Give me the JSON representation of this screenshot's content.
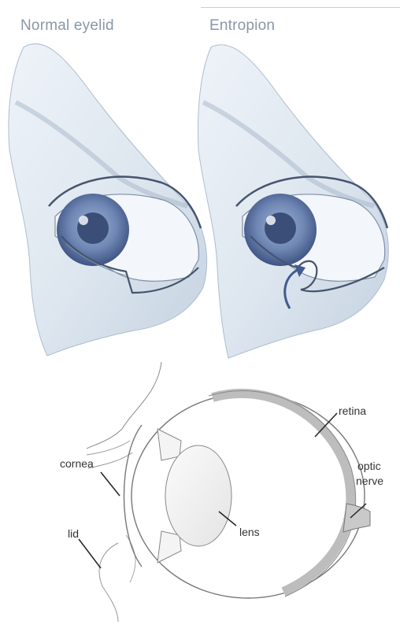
{
  "titles": {
    "normal": "Normal eyelid",
    "entropion": "Entropion"
  },
  "labels": {
    "retina": "retina",
    "optic_nerve_line1": "optic",
    "optic_nerve_line2": "nerve",
    "cornea": "cornea",
    "lid": "lid",
    "lens": "lens"
  },
  "colors": {
    "skin": "#dfe7ef",
    "skin_shadow": "#aebdd0",
    "iris": "#6e86b3",
    "pupil": "#3b4e78",
    "outline": "#46556e",
    "arrow": "#3f5b8f"
  }
}
